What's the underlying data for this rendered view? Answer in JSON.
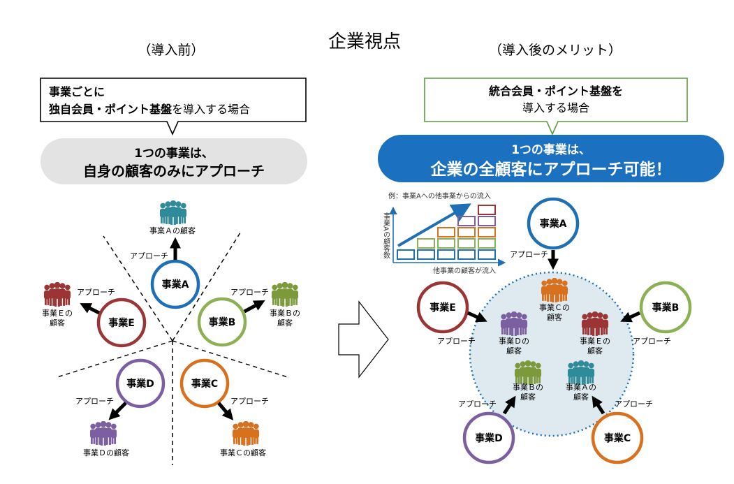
{
  "title": "企業視点",
  "before": {
    "heading": "（導入前）",
    "callout_line1": "事業ごとに",
    "callout_line2_bold": "独自会員・ポイント基盤",
    "callout_line2_rest": "を導入する場合",
    "pill_line1": "1つの事業は、",
    "pill_line2": "自身の顧客のみにアプローチ",
    "approach": "アプローチ",
    "businesses": [
      {
        "label": "事業A",
        "color": "#1f6fb5",
        "customer": "事業Ａの顧客"
      },
      {
        "label": "事業B",
        "color": "#8db054",
        "customer_l1": "事業Ｂの",
        "customer_l2": "顧客"
      },
      {
        "label": "事業C",
        "color": "#d7711e",
        "customer": "事業Ｃの顧客"
      },
      {
        "label": "事業D",
        "color": "#7b5fa0",
        "customer": "事業Ｄの顧客"
      },
      {
        "label": "事業E",
        "color": "#9b3535",
        "customer_l1": "事業Ｅの",
        "customer_l2": "顧客"
      }
    ]
  },
  "after": {
    "heading": "（導入後のメリット）",
    "callout_line1": "統合会員・ポイント基盤を",
    "callout_line2": "導入する場合",
    "pill_line1": "1つの事業は、",
    "pill_line2": "企業の全顧客にアプローチ可能！",
    "pill_color": "#1b70c0",
    "approach": "アプローチ",
    "hub_customers": [
      {
        "l1": "事業Ｃの",
        "l2": "顧客",
        "color": "#d7711e"
      },
      {
        "l1": "事業Ｄの",
        "l2": "顧客",
        "color": "#7b5fa0"
      },
      {
        "l1": "事業Ｅの",
        "l2": "顧客",
        "color": "#9b3535"
      },
      {
        "l1": "事業Ｂの",
        "l2": "顧客",
        "color": "#7c9a3c"
      },
      {
        "l1": "事業Ａの",
        "l2": "顧客",
        "color": "#2f8a9a"
      }
    ],
    "mini_chart": {
      "title": "例：事業Aへの他事業からの流入",
      "ylabel": "事業Aの顧客数",
      "xlabel": "他事業の顧客が流入"
    }
  },
  "colors": {
    "blue": "#1f6fb5",
    "green": "#8db054",
    "orange": "#d7711e",
    "purple": "#7b5fa0",
    "red": "#9b3535",
    "teal": "#2f8a9a",
    "hub_fill": "#dfeaf0",
    "hub_border": "#1f6fb5",
    "callout_right_border": "#5c9a3c"
  },
  "icons": [
    "people-group-icon",
    "arrow-icon",
    "hollow-right-arrow-icon"
  ]
}
